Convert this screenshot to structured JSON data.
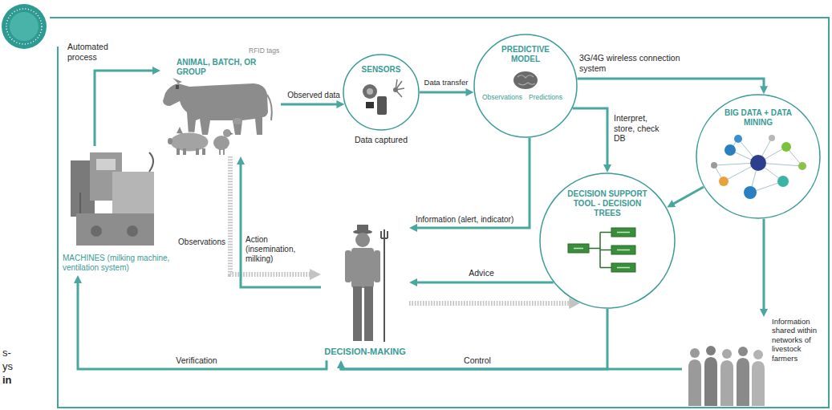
{
  "diagram": {
    "nodes": [
      {
        "text": [
          "ANIMAL, BATCH, OR GROUP",
          "RFID tags"
        ]
      },
      {
        "text": [
          "SENSORS",
          "Data captured"
        ]
      },
      {
        "text": [
          "PREDICTIVE MODEL",
          "Observations",
          "Predictions"
        ]
      },
      {
        "text": [
          "BIG DATA + DATA MINING"
        ]
      },
      {
        "text": [
          "DECISION SUPPORT TOOL - DECISION TREES"
        ]
      },
      {
        "text": [
          "Information shared within networks of livestock farmers"
        ]
      },
      {
        "text": [
          "DECISION-MAKING"
        ]
      },
      {
        "text": [
          "MACHINES (milking machine, ventilation system)"
        ]
      }
    ],
    "edges": [
      {
        "from": 7,
        "to": 0,
        "label": "Automated process",
        "arrow": "to"
      },
      {
        "from": 0,
        "to": 1,
        "label": "Observed data",
        "arrow": "to"
      },
      {
        "from": 1,
        "to": 2,
        "label": "Data transfer",
        "arrow": "to"
      },
      {
        "from": 2,
        "to": 3,
        "label": "3G/4G wireless connection system",
        "arrow": "to"
      },
      {
        "from": 2,
        "to": 4,
        "label": "Interpret, store, check DB",
        "arrow": "to"
      },
      {
        "from": 3,
        "to": 4,
        "arrow": "to"
      },
      {
        "from": 3,
        "to": 5,
        "arrow": "to"
      },
      {
        "from": 2,
        "to": 6,
        "label": "Information (alert, indicator)",
        "arrow": "to"
      },
      {
        "from": 4,
        "to": 6,
        "label": "Advice",
        "arrow": "to"
      },
      {
        "from": 6,
        "to": 4,
        "arrow": "to"
      },
      {
        "from": 0,
        "to": 6,
        "label": "Observations",
        "arrow": "to"
      },
      {
        "from": 6,
        "to": 0,
        "label": "Action (insemination, milking)",
        "arrow": "to"
      },
      {
        "from": 6,
        "to": 7,
        "label": "Verification",
        "arrow": "to"
      },
      {
        "from": 4,
        "to": 6,
        "arrow": "to"
      },
      {
        "from": 5,
        "to": 6,
        "label": "Control",
        "arrow": "to"
      }
    ],
    "labels": [
      "s-",
      "ys",
      "in"
    ]
  }
}
